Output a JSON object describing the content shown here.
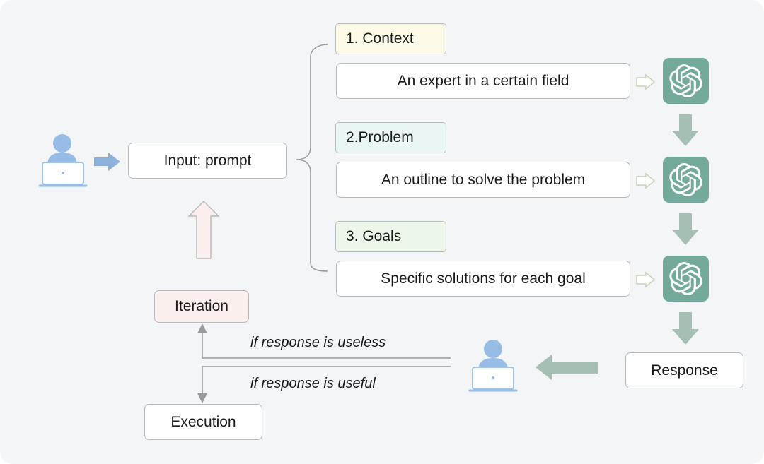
{
  "input_box": "Input: prompt",
  "sections": [
    {
      "tag": "1. Context",
      "text": "An expert in a certain field",
      "tag_color": "#fdfbe7"
    },
    {
      "tag": "2.Problem",
      "text": "An outline to solve the problem",
      "tag_color": "#eaf6f3"
    },
    {
      "tag": "3. Goals",
      "text": "Specific solutions for each goal",
      "tag_color": "#ecf7ea"
    }
  ],
  "response_box": "Response",
  "iteration_box": "Iteration",
  "execution_box": "Execution",
  "useless_label": "if response is useless",
  "useful_label": "if response is useful",
  "colors": {
    "user_icon": "#97bde6",
    "arrow_blue": "#8fb2dd",
    "arrow_green": "#a6bfb5",
    "chatgpt_logo": "#74aa9c",
    "iteration_fill": "#fbefed",
    "connector": "#9a9a9a"
  },
  "icons": [
    "user-at-laptop-icon",
    "chatgpt-logo-icon",
    "hollow-arrow-right-icon",
    "arrow-down-icon",
    "arrow-left-icon",
    "arrow-up-icon"
  ]
}
